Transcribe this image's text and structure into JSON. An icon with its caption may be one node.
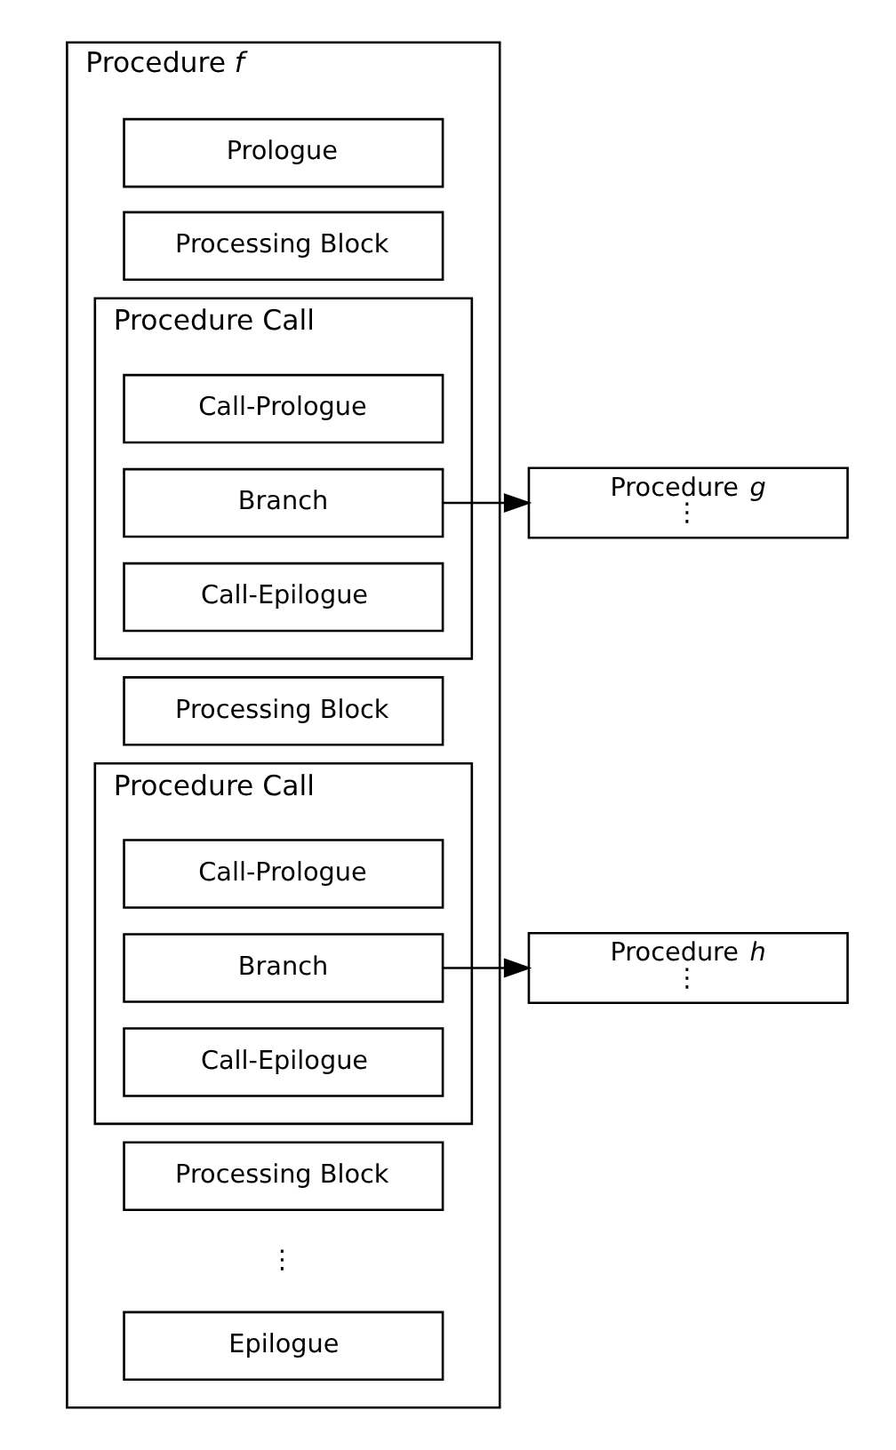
{
  "diagram": {
    "nodes": [
      {
        "text": [
          "Procedure *f*"
        ]
      },
      {
        "text": [
          "Prologue"
        ],
        "in": 0
      },
      {
        "text": [
          "Processing Block"
        ],
        "in": 0
      },
      {
        "text": [
          "Procedure Call"
        ],
        "in": 0
      },
      {
        "text": [
          "Call-Prologue"
        ],
        "in": 3
      },
      {
        "text": [
          "Branch"
        ],
        "in": 3
      },
      {
        "text": [
          "Call-Epilogue"
        ],
        "in": 3
      },
      {
        "text": [
          "Processing Block"
        ],
        "in": 0
      },
      {
        "text": [
          "Procedure Call"
        ],
        "in": 0
      },
      {
        "text": [
          "Call-Prologue"
        ],
        "in": 8
      },
      {
        "text": [
          "Branch"
        ],
        "in": 8
      },
      {
        "text": [
          "Call-Epilogue"
        ],
        "in": 8
      },
      {
        "text": [
          "Processing Block"
        ],
        "in": 0
      },
      {
        "text": [
          "Epilogue"
        ],
        "in": 0
      },
      {
        "text": [
          "Procedure *g*",
          "⋮"
        ]
      },
      {
        "text": [
          "Procedure *h*",
          "⋮"
        ]
      }
    ],
    "edges": [
      {
        "from": 5,
        "to": 14,
        "arrow": "to"
      },
      {
        "from": 10,
        "to": 15,
        "arrow": "to"
      }
    ],
    "labels": [
      "⋮"
    ]
  }
}
